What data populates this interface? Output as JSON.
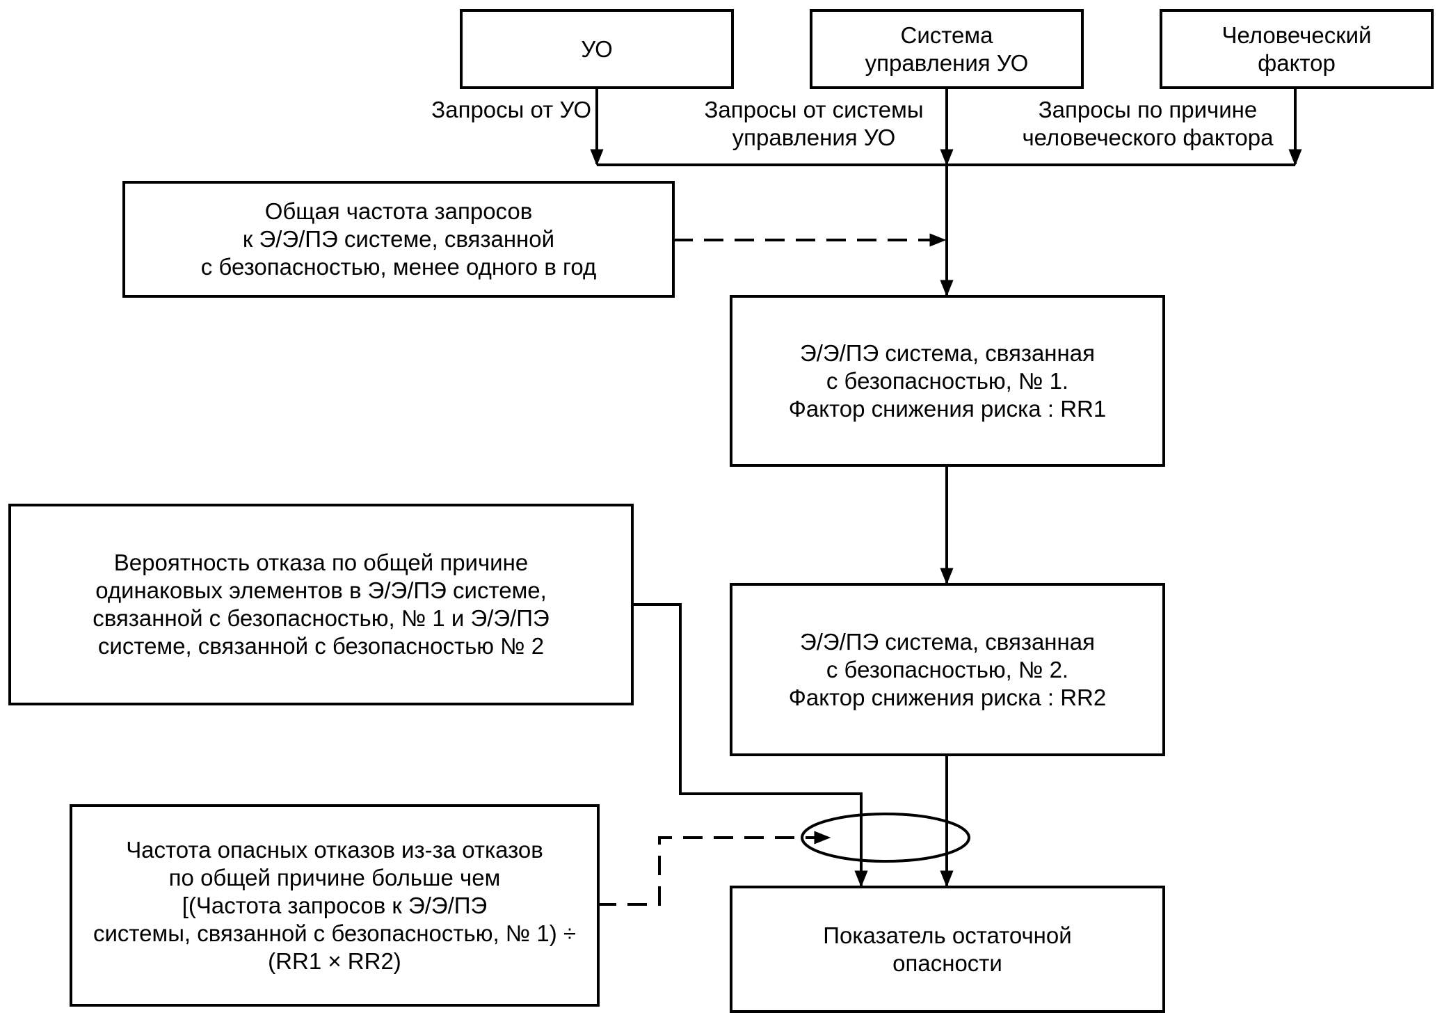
{
  "boxes": {
    "uo": "УО",
    "control_system": "Система\nуправления УО",
    "human_factor": "Человеческий\nфактор",
    "demand_rate": "Общая частота запросов\nк Э/Э/ПЭ системе, связанной\nс безопасностью, менее одного в год",
    "system1": "Э/Э/ПЭ система, связанная\nс безопасностью, № 1.\nФактор снижения риска : RR1",
    "common_cause": "Вероятность отказа по общей причине\nодинаковых элементов в Э/Э/ПЭ системе,\nсвязанной с безопасностью, № 1 и Э/Э/ПЭ\nсистеме, связанной с безопасностью № 2",
    "system2": "Э/Э/ПЭ система, связанная\nс безопасностью, № 2.\nФактор снижения риска : RR2",
    "dangerous_failure_rate": "Частота опасных отказов из-за отказов\nпо общей причине больше чем\n[(Частота запросов к Э/Э/ПЭ\nсистемы, связанной с безопасностью, № 1) ÷\n(RR1 × RR2)",
    "residual_risk": "Показатель остаточной\nопасности"
  },
  "labels": {
    "requests_uo": "Запросы от УО",
    "requests_control": "Запросы от системы\nуправления УО",
    "requests_human": "Запросы по причине\nчеловеческого фактора"
  }
}
